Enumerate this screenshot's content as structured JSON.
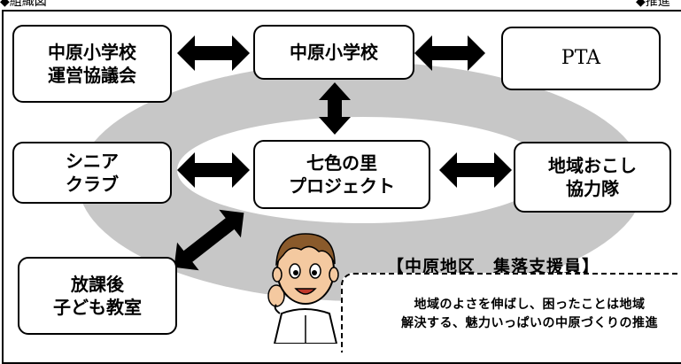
{
  "header": {
    "left_label": "◆組織図",
    "right_label": "◆推進"
  },
  "nodes": {
    "council": "中原小学校\n運営協議会",
    "school": "中原小学校",
    "pta": "PTA",
    "senior": "シニア\nクラブ",
    "project": "七色の里\nプロジェクト",
    "corps": "地域おこし\n協力隊",
    "afterschool": "放課後\n子ども教室"
  },
  "member": {
    "title": "【中原地区　集落支援員】",
    "message": "地域のよさを伸ばし、困ったことは地域\n解決する、魅力いっぱいの中原づくりの推進"
  },
  "colors": {
    "ring": "#c7c7c7",
    "box_border": "#000000",
    "arrow": "#000000"
  }
}
